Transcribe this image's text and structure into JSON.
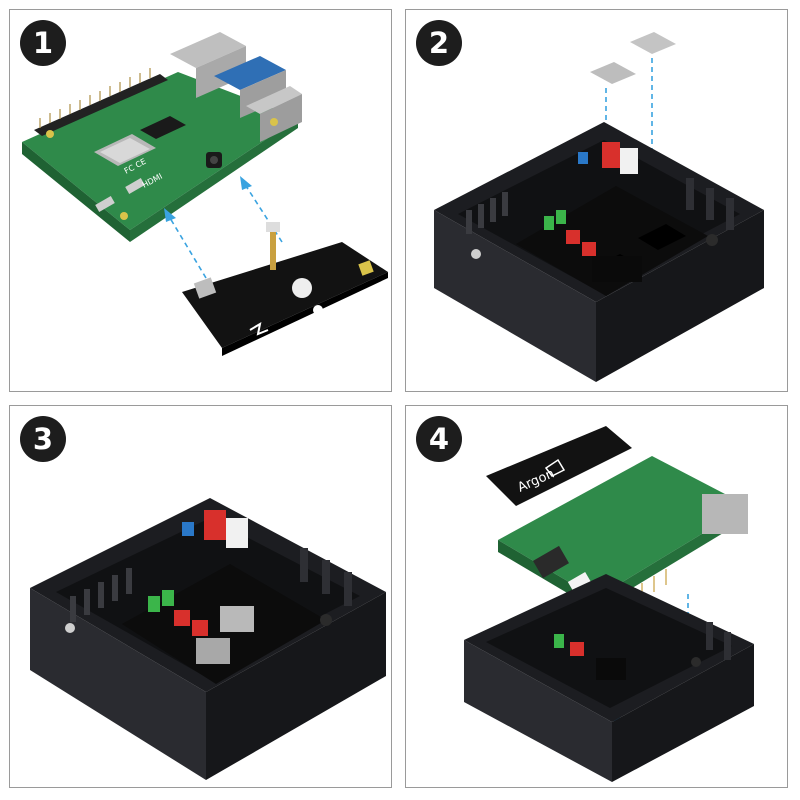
{
  "steps": [
    {
      "number": "1"
    },
    {
      "number": "2"
    },
    {
      "number": "3"
    },
    {
      "number": "4"
    }
  ],
  "board_text": {
    "fc_mark": "FC CE",
    "hdmi_mark": "HDMI",
    "argon_logo": "Argon"
  },
  "colors": {
    "panel_border": "#9a9a9a",
    "badge": "#1d1d1d",
    "pcb_green": "#2f8a4a",
    "case_black": "#1c1d21",
    "arrow_blue": "#3aa3e0",
    "thermal_pad": "#bdbdbd",
    "rca_red": "#d8302c"
  }
}
